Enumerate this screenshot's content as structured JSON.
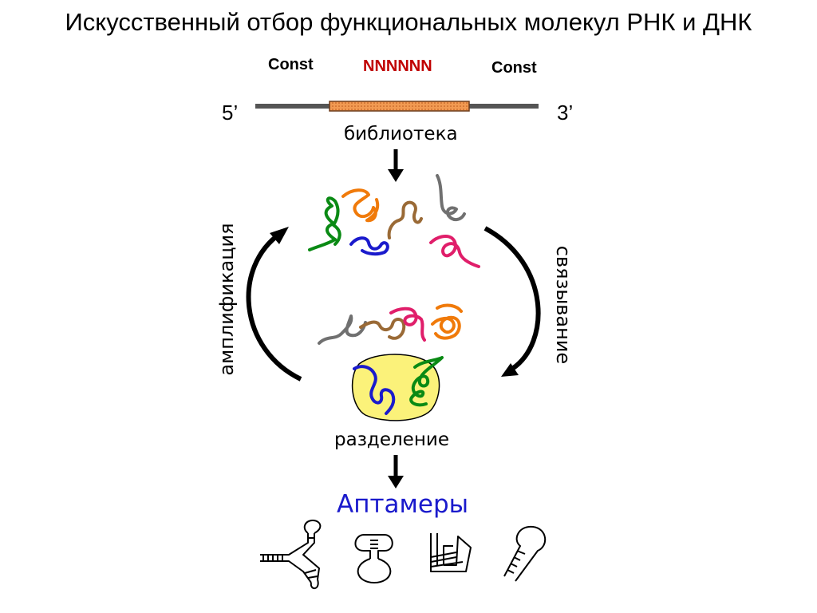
{
  "title": "Искусственный отбор функциональных молекул РНК и ДНК",
  "library_construct": {
    "left_label": "Const",
    "random_label": "NNNNNN",
    "right_label": "Const",
    "five_prime": "5’",
    "three_prime": "3’",
    "caption": "библиотека"
  },
  "cycle": {
    "left_arrow_label": "амплификация",
    "right_arrow_label": "связывание",
    "separation_label": "разделение"
  },
  "result": {
    "label": "Аптамеры"
  },
  "colors": {
    "random_region": "#c00000",
    "insert_fill": "#f29a52",
    "target_fill": "#fbf27a",
    "result_label": "#1a1acc",
    "strand_green": "#0a8a14",
    "strand_orange": "#f07a0a",
    "strand_brown": "#9a6a36",
    "strand_gray": "#707070",
    "strand_blue": "#1a1acc",
    "strand_pink": "#e01e6a"
  }
}
